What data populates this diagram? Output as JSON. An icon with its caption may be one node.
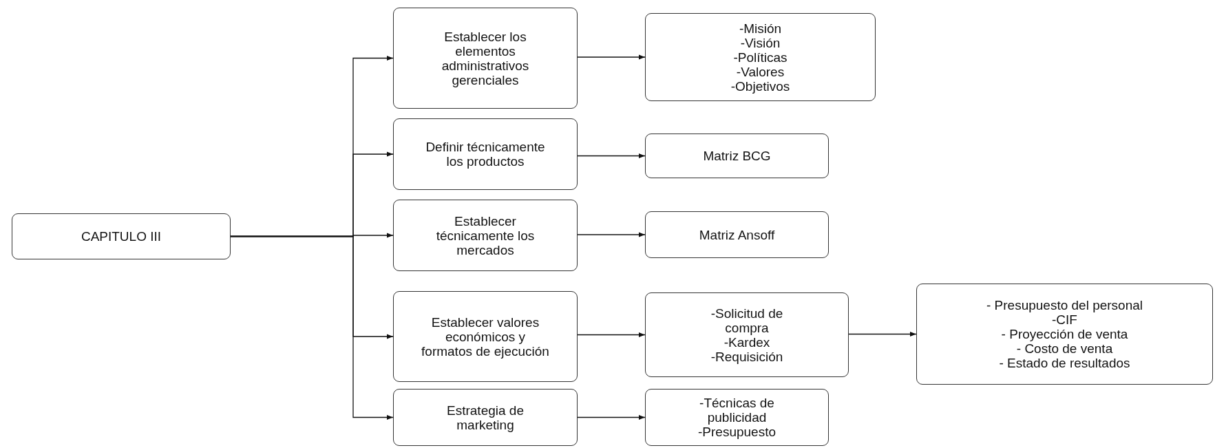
{
  "diagram": {
    "nodes": [
      {
        "text": [
          "CAPITULO III"
        ]
      },
      {
        "text": [
          "Establecer los elementos administrativos gerenciales"
        ]
      },
      {
        "text": [
          "-Misión",
          "-Visión",
          "-Políticas",
          "-Valores",
          "-Objetivos"
        ]
      },
      {
        "text": [
          "Definir técnicamente los productos"
        ]
      },
      {
        "text": [
          "Matriz BCG"
        ]
      },
      {
        "text": [
          "Establecer técnicamente los mercados"
        ]
      },
      {
        "text": [
          "Matriz Ansoff"
        ]
      },
      {
        "text": [
          "Establecer valores económicos y formatos de ejecución"
        ]
      },
      {
        "text": [
          "-Solicitud de compra",
          "-Kardex",
          "-Requisición"
        ]
      },
      {
        "text": [
          "- Presupuesto del personal",
          "-CIF",
          "- Proyección de venta",
          "- Costo de venta",
          "- Estado de resultados"
        ]
      },
      {
        "text": [
          "Estrategia de marketing"
        ]
      },
      {
        "text": [
          "-Técnicas de publicidad",
          "-Presupuesto"
        ]
      }
    ],
    "edges": [
      {
        "from": 0,
        "to": 1,
        "arrow": "to"
      },
      {
        "from": 0,
        "to": 3,
        "arrow": "to"
      },
      {
        "from": 0,
        "to": 5,
        "arrow": "to"
      },
      {
        "from": 0,
        "to": 7,
        "arrow": "to"
      },
      {
        "from": 0,
        "to": 10,
        "arrow": "to"
      },
      {
        "from": 1,
        "to": 2,
        "arrow": "to"
      },
      {
        "from": 3,
        "to": 4,
        "arrow": "to"
      },
      {
        "from": 5,
        "to": 6,
        "arrow": "to"
      },
      {
        "from": 7,
        "to": 8,
        "arrow": "to"
      },
      {
        "from": 8,
        "to": 9,
        "arrow": "to"
      },
      {
        "from": 10,
        "to": 11,
        "arrow": "to"
      }
    ]
  }
}
